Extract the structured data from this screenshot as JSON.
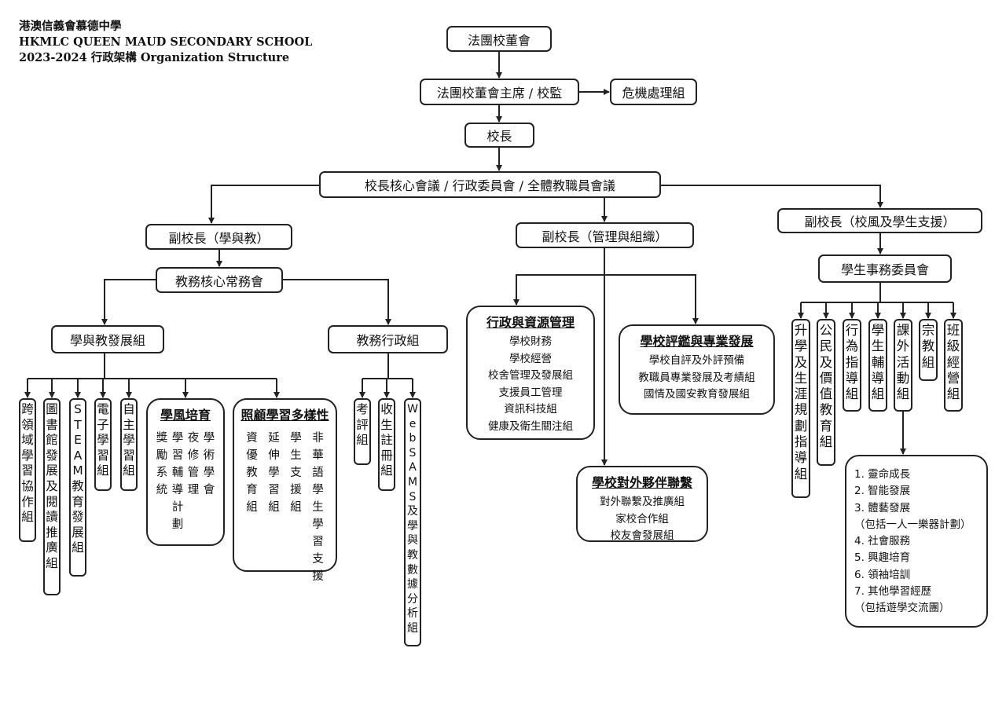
{
  "header": {
    "school_zh": "港澳信義會慕德中學",
    "school_en": "HKMLC QUEEN MAUD SECONDARY SCHOOL",
    "year_title": "2023-2024 行政架構 Organization Structure"
  },
  "top": {
    "board": "法團校董會",
    "chair": "法團校董會主席 / 校監",
    "crisis": "危機處理組",
    "principal": "校長",
    "council": "校長核心會議 / 行政委員會 / 全體教職員會議"
  },
  "learning": {
    "vp": "副校長（學與教）",
    "core": "教務核心常務會",
    "dev": "學與教發展組",
    "admin": "教務行政組",
    "dev_items": [
      "跨領域學習協作組",
      "圖書館發展及閱讀推廣組",
      "STEAM教育發展組",
      "電子學習組",
      "自主學習組"
    ],
    "culture": {
      "title": "學風培育",
      "cols": [
        "獎勵系統",
        "學習輔導計劃",
        "夜修管理",
        "學術學會"
      ]
    },
    "diversity": {
      "title": "照顧學習多樣性",
      "cols": [
        "資優教育組",
        "延伸學習組",
        "學生支援組",
        "非華語學生學習支援"
      ]
    },
    "admin_items": [
      "考評組",
      "收生註冊組",
      "WebSAMS及學與教數據分析組"
    ]
  },
  "management": {
    "vp": "副校長（管理與組織）",
    "resource": {
      "title": "行政與資源管理",
      "items": [
        "學校財務",
        "學校經營",
        "校舍管理及發展組",
        "支援員工管理",
        "資訊科技組",
        "健康及衛生關注組"
      ]
    },
    "evaluation": {
      "title": "學校評鑑與專業發展",
      "items": [
        "學校自評及外評預備",
        "教職員專業發展及考績組",
        "國情及國安教育發展組"
      ]
    },
    "partnership": {
      "title": "學校對外夥伴聯繫",
      "items": [
        "對外聯繫及推廣組",
        "家校合作組",
        "校友會發展組"
      ]
    }
  },
  "student": {
    "vp": "副校長（校風及學生支援）",
    "committee": "學生事務委員會",
    "items": [
      "升學及生涯規劃指導組",
      "公民及價值教育組",
      "行為指導組",
      "學生輔導組",
      "課外活動組",
      "宗教組",
      "班級經營組"
    ],
    "activities": [
      "1. 靈命成長",
      "2. 智能發展",
      "3. 體藝發展",
      "（包括一人一樂器計劃）",
      "4. 社會服務",
      "5. 興趣培育",
      "6. 領袖培訓",
      "7. 其他學習經歷",
      "（包括遊學交流團）"
    ]
  }
}
